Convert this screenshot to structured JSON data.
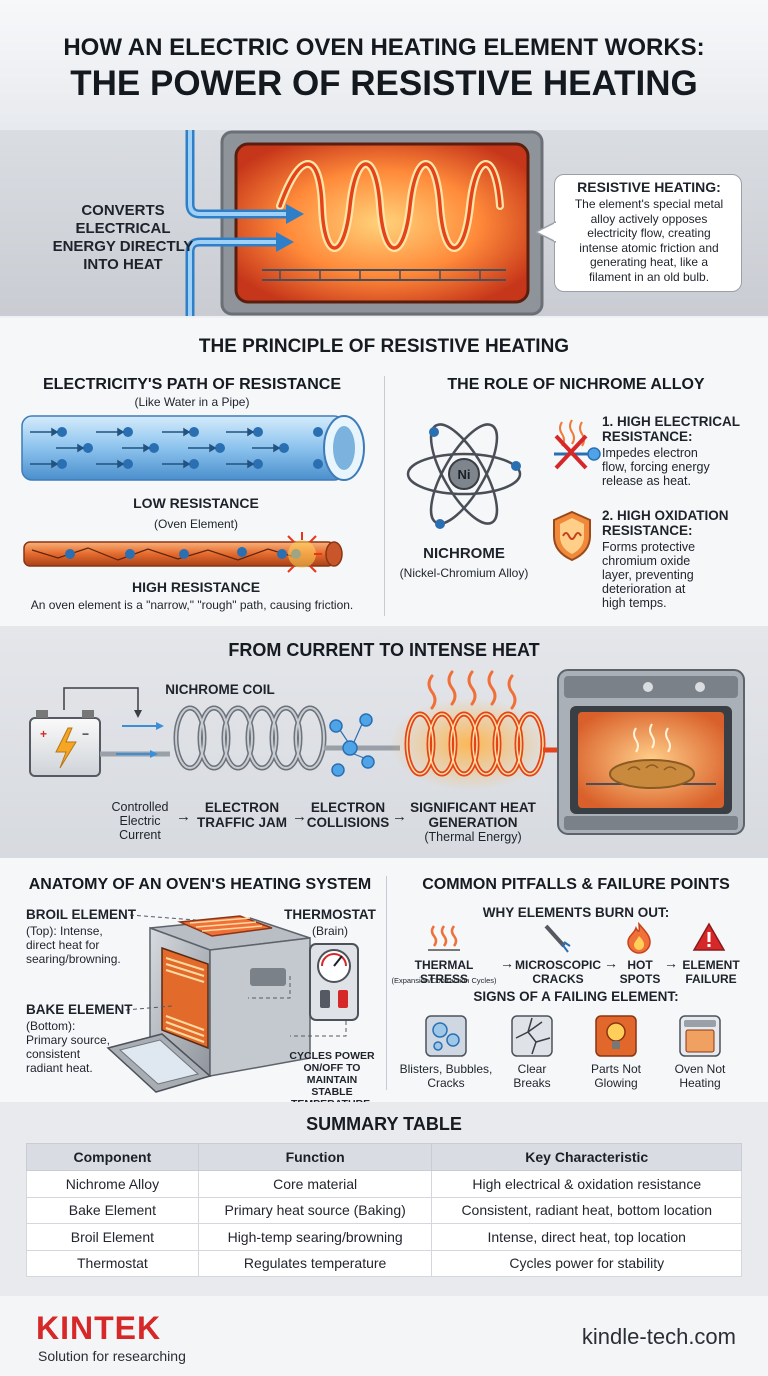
{
  "header": {
    "title_line1": "HOW AN ELECTRIC OVEN HEATING ELEMENT WORKS:",
    "title_line2": "THE POWER OF RESISTIVE HEATING"
  },
  "hero": {
    "left_text": [
      "CONVERTS",
      "ELECTRICAL",
      "ENERGY DIRECTLY",
      "INTO HEAT"
    ],
    "callout_title": "RESISTIVE HEATING:",
    "callout_lines": [
      "The element's special metal",
      "alloy actively opposes",
      "electricity flow, creating",
      "intense atomic friction and",
      "generating heat, like a",
      "filament in an old bulb."
    ]
  },
  "principle": {
    "title": "THE PRINCIPLE OF RESISTIVE HEATING",
    "path_title": "ELECTRICITY'S PATH OF RESISTANCE",
    "path_subtitle": "(Like Water in a Pipe)",
    "low_label": "LOW RESISTANCE",
    "oven_element_label": "(Oven Element)",
    "high_label": "HIGH RESISTANCE",
    "path_caption": "An oven element is a \"narrow,\" \"rough\" path, causing friction.",
    "nichrome_title": "THE ROLE OF NICHROME ALLOY",
    "atom_symbol": "Ni",
    "nichrome_name": "NICHROME",
    "nichrome_sub": "(Nickel-Chromium Alloy)",
    "prop1_title": [
      "1. HIGH ELECTRICAL",
      "RESISTANCE:"
    ],
    "prop1_lines": [
      "Impedes electron",
      "flow, forcing energy",
      "release as heat."
    ],
    "prop2_title": [
      "2. HIGH OXIDATION",
      "RESISTANCE:"
    ],
    "prop2_lines": [
      "Forms protective",
      "chromium oxide",
      "layer, preventing",
      "deterioration at",
      "high temps."
    ]
  },
  "current": {
    "title": "FROM CURRENT TO INTENSE HEAT",
    "coil_label": "NICHROME COIL",
    "steps": [
      {
        "lines": [
          "Controlled",
          "Electric",
          "Current"
        ],
        "bold": false
      },
      {
        "lines": [
          "ELECTRON",
          "TRAFFIC JAM"
        ],
        "bold": true
      },
      {
        "lines": [
          "ELECTRON",
          "COLLISIONS"
        ],
        "bold": true
      },
      {
        "lines": [
          "SIGNIFICANT HEAT",
          "GENERATION"
        ],
        "bold": true
      }
    ],
    "thermal_label": "(Thermal Energy)",
    "arrow": "→"
  },
  "anatomy": {
    "title": "ANATOMY OF AN OVEN'S HEATING SYSTEM",
    "broil_title": "BROIL ELEMENT",
    "broil_lines": [
      "(Top): Intense,",
      "direct heat for",
      "searing/browning."
    ],
    "thermostat_title": "THERMOSTAT",
    "thermostat_sub": "(Brain)",
    "bake_title": "BAKE ELEMENT",
    "bake_lines": [
      "(Bottom):",
      "Primary source,",
      "consistent",
      "radiant heat."
    ],
    "cycles_lines": [
      "CYCLES POWER",
      "ON/OFF TO MAINTAIN",
      "STABLE TEMPERATURE."
    ]
  },
  "pitfalls": {
    "title": "COMMON PITFALLS & FAILURE POINTS",
    "why_title": "WHY ELEMENTS BURN OUT:",
    "chain": [
      {
        "label": "THERMAL STRESS",
        "sub": "(Expansion/Contraction Cycles)"
      },
      {
        "label": "MICROSCOPIC",
        "sub": "CRACKS"
      },
      {
        "label": "HOT",
        "sub": "SPOTS"
      },
      {
        "label": "ELEMENT",
        "sub": "FAILURE"
      }
    ],
    "signs_title": "SIGNS OF A FAILING ELEMENT:",
    "signs": [
      {
        "lines": [
          "Blisters, Bubbles,",
          "Cracks"
        ]
      },
      {
        "lines": [
          "Clear",
          "Breaks"
        ]
      },
      {
        "lines": [
          "Parts Not",
          "Glowing"
        ]
      },
      {
        "lines": [
          "Oven Not",
          "Heating"
        ]
      }
    ],
    "arrow": "→"
  },
  "summary": {
    "title": "SUMMARY TABLE",
    "headers": [
      "Component",
      "Function",
      "Key Characteristic"
    ],
    "rows": [
      [
        "Nichrome Alloy",
        "Core material",
        "High electrical & oxidation resistance"
      ],
      [
        "Bake Element",
        "Primary heat source (Baking)",
        "Consistent, radiant heat, bottom location"
      ],
      [
        "Broil Element",
        "High-temp searing/browning",
        "Intense, direct heat, top location"
      ],
      [
        "Thermostat",
        "Regulates temperature",
        "Cycles power for stability"
      ]
    ]
  },
  "footer": {
    "brand": "KINTEK",
    "tagline": "Solution for researching",
    "website": "kindle-tech.com"
  },
  "colors": {
    "hot_orange": "#f05a1e",
    "glow": "#ffb347",
    "pipe_blue": "#8cc3ee",
    "brand_red": "#d62828"
  }
}
